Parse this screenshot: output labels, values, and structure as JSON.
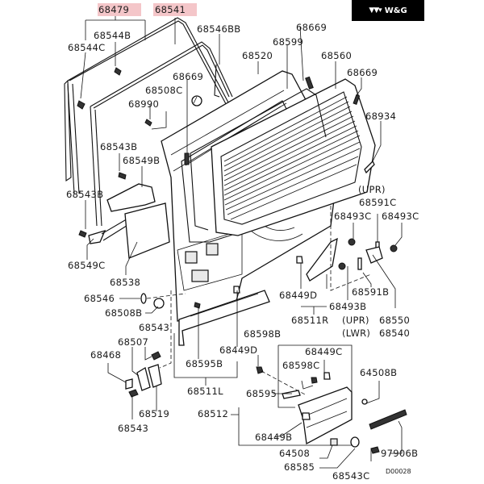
{
  "brand": {
    "logo_glyph": "▼▼▾",
    "name": "W&G"
  },
  "diagram": {
    "title_code": "D00028",
    "highlight_color": "#f4c6c9",
    "labels": {
      "p68479": "68479",
      "p68541": "68541",
      "p68544B": "68544B",
      "p68544C": "68544C",
      "p68546BB": "68546BB",
      "p68669_a": "68669",
      "p68669_b": "68669",
      "p68669_c": "68669",
      "p68599": "68599",
      "p68520": "68520",
      "p68560": "68560",
      "p68508C": "68508C",
      "p68990": "68990",
      "p68934": "68934",
      "p68543B_a": "68543B",
      "p68549B": "68549B",
      "p68543B_b": "68543B",
      "p68549C": "68549C",
      "p68538": "68538",
      "p68546": "68546",
      "p68508B": "68508B",
      "upr_a": "(UPR)",
      "p68591C": "68591C",
      "p68493C_a": "68493C",
      "p68493C_b": "68493C",
      "p68591B": "68591B",
      "p68493B": "68493B",
      "p68449D_a": "68449D",
      "p68511R": "68511R",
      "upr_b": "(UPR)",
      "p68550": "68550",
      "lwr": "(LWR)",
      "p68540": "68540",
      "p68543_a": "68543",
      "p68507": "68507",
      "p68468": "68468",
      "p68519": "68519",
      "p68543_b": "68543",
      "p68598B": "68598B",
      "p68449D_b": "68449D",
      "p68595B": "68595B",
      "p68511L": "68511L",
      "p68512": "68512",
      "p68449C": "68449C",
      "p68598C": "68598C",
      "p68595": "68595",
      "p64508B": "64508B",
      "p68449B": "68449B",
      "p64508": "64508",
      "p68585": "68585",
      "p68543C": "68543C",
      "p97906B": "97906B"
    }
  }
}
